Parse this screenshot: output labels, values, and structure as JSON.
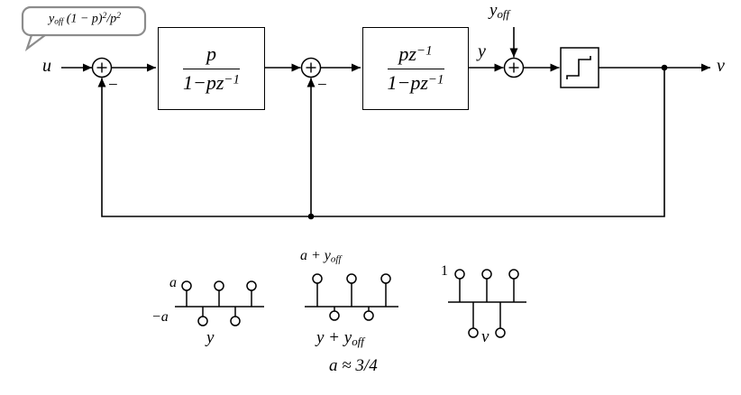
{
  "diagram": {
    "callout_label": "y<sub>off</sub> (1 − p)<sup>2</sup>/p<sup>2</sup>",
    "input_label": "u",
    "output_label": "v",
    "y_label": "y",
    "yoff_label": "y<sub>off</sub>",
    "sum1_minus": "−",
    "sum2_minus": "−",
    "block1": {
      "numerator": "p",
      "denominator": "1−pz<sup>−1</sup>"
    },
    "block2": {
      "numerator": "pz<sup>−1</sup>",
      "denominator": "1−pz<sup>−1</sup>"
    }
  },
  "plots": {
    "plot_y": {
      "amp_top": "a",
      "amp_bottom": "−a",
      "caption": "y"
    },
    "plot_y_yoff": {
      "amp_top": "a + y<sub>off</sub>",
      "caption": "y + y<sub>off</sub>"
    },
    "plot_v": {
      "amp_top": "1",
      "caption": "v"
    },
    "approx_note": "a ≈ 3/4"
  },
  "stem_plots": [
    {
      "name": "y",
      "pattern": [
        1,
        -1,
        1,
        -1,
        1
      ],
      "up": 23,
      "down": 16,
      "radius": 5
    },
    {
      "name": "y_plus_yoff",
      "pattern": [
        1,
        -1,
        1,
        -1,
        1
      ],
      "up": 31,
      "down": 10,
      "radius": 5
    },
    {
      "name": "v",
      "pattern": [
        1,
        -1,
        1,
        -1,
        1
      ],
      "up": 31,
      "down": 34,
      "radius": 5
    }
  ],
  "colors": {
    "line": "#000000",
    "callout_border": "#8c8c8c",
    "background": "#ffffff"
  }
}
